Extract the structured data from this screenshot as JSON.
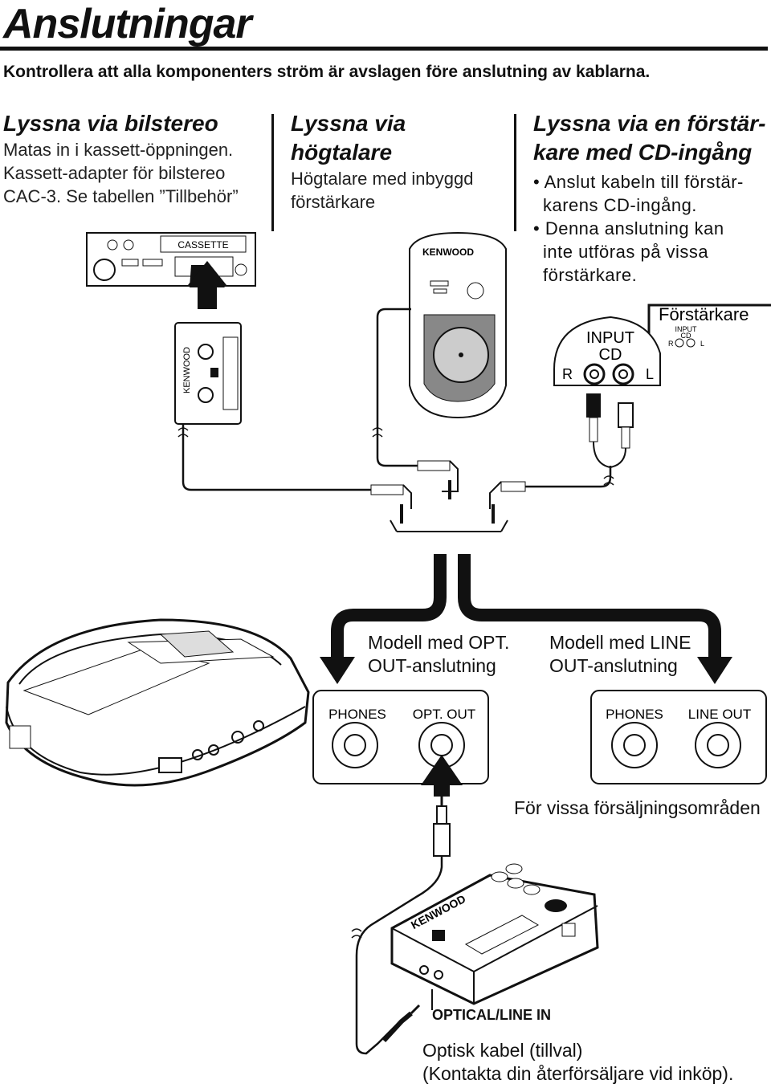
{
  "title": "Anslutningar",
  "warning": "Kontrollera att alla komponenters ström är avslagen före anslutning av kablarna.",
  "columns": [
    {
      "heading": "Lyssna via bilstereo",
      "lines": [
        "Matas in i kassett-öppningen.",
        "Kassett-adapter för bilstereo",
        "CAC-3. Se tabellen ”Tillbehör”"
      ]
    },
    {
      "heading": "Lyssna via högtalare",
      "lines": [
        "Högtalare med inbyggd",
        "förstärkare"
      ]
    },
    {
      "heading_lines": [
        "Lyssna via en förstär-",
        "kare med CD-ingång"
      ],
      "bullets": [
        [
          "Anslut kabeln till förstär-",
          "karens CD-ingång."
        ],
        [
          "Denna anslutning kan",
          "inte utföras på vissa",
          "förstärkare."
        ]
      ]
    }
  ],
  "labels": {
    "cassette": "CASSETTE",
    "kenwood": "KENWOOD",
    "amplifier": "Förstärkare",
    "input": "INPUT",
    "cd": "CD",
    "r": "R",
    "l": "L",
    "model_opt": [
      "Modell med OPT.",
      "OUT-anslutning"
    ],
    "model_line": [
      "Modell med LINE",
      "OUT-anslutning"
    ],
    "phones": "PHONES",
    "opt_out": "OPT. OUT",
    "line_out": "LINE OUT",
    "regions": "För vissa försäljningsområden",
    "optical_in": "OPTICAL/LINE IN",
    "cable": [
      "Optisk kabel (tillval)",
      "(Kontakta din återförsäljare vid inköp)."
    ]
  }
}
